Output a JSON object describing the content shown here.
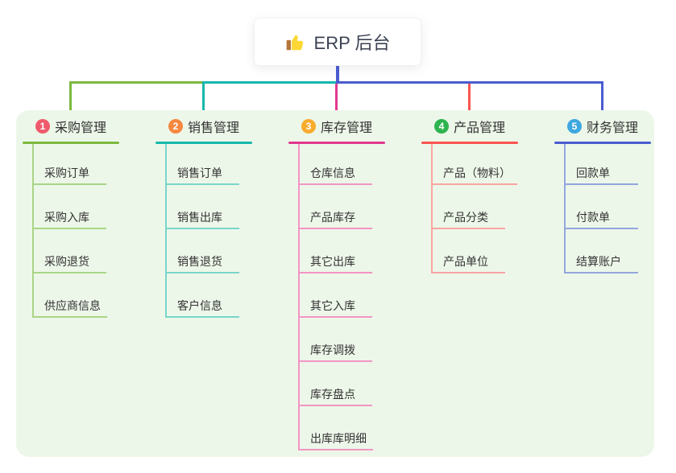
{
  "root": {
    "title": "ERP 后台",
    "icon": "thumbs-up-icon"
  },
  "connector_color": "#4a5cd1",
  "branches": [
    {
      "badge": "1",
      "label": "采购管理",
      "color": "#7cb93e",
      "light_color": "#a9d585",
      "badge_color": "#ef5b6c",
      "children": [
        "采购订单",
        "采购入库",
        "采购退货",
        "供应商信息"
      ]
    },
    {
      "badge": "2",
      "label": "销售管理",
      "color": "#16b8ab",
      "light_color": "#79d6ca",
      "badge_color": "#f6873f",
      "children": [
        "销售订单",
        "销售出库",
        "销售退货",
        "客户信息"
      ]
    },
    {
      "badge": "3",
      "label": "库存管理",
      "color": "#e2388f",
      "light_color": "#f295c4",
      "badge_color": "#f9ab2c",
      "children": [
        "仓库信息",
        "产品库存",
        "其它出库",
        "其它入库",
        "库存调拨",
        "库存盘点",
        "出库库明细"
      ]
    },
    {
      "badge": "4",
      "label": "产品管理",
      "color": "#fa5450",
      "light_color": "#f9a5a2",
      "badge_color": "#2eb44f",
      "children": [
        "产品（物料）",
        "产品分类",
        "产品单位"
      ]
    },
    {
      "badge": "5",
      "label": "财务管理",
      "color": "#4a5cd1",
      "light_color": "#93a6de",
      "badge_color": "#3ea7e0",
      "children": [
        "回款单",
        "付款单",
        "结算账户"
      ]
    }
  ]
}
